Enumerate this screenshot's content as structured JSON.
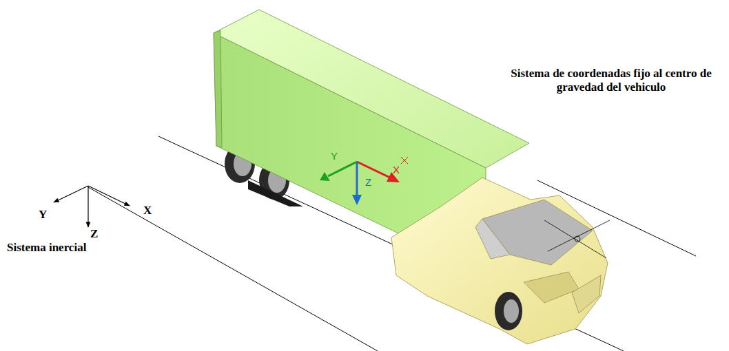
{
  "diagram": {
    "labels": [
      "Sistema de coordenadas fijo al centro de gravedad del vehiculo",
      "Y",
      "X",
      "Z",
      "Y",
      "X",
      "Z",
      "Sistema inercial"
    ]
  }
}
